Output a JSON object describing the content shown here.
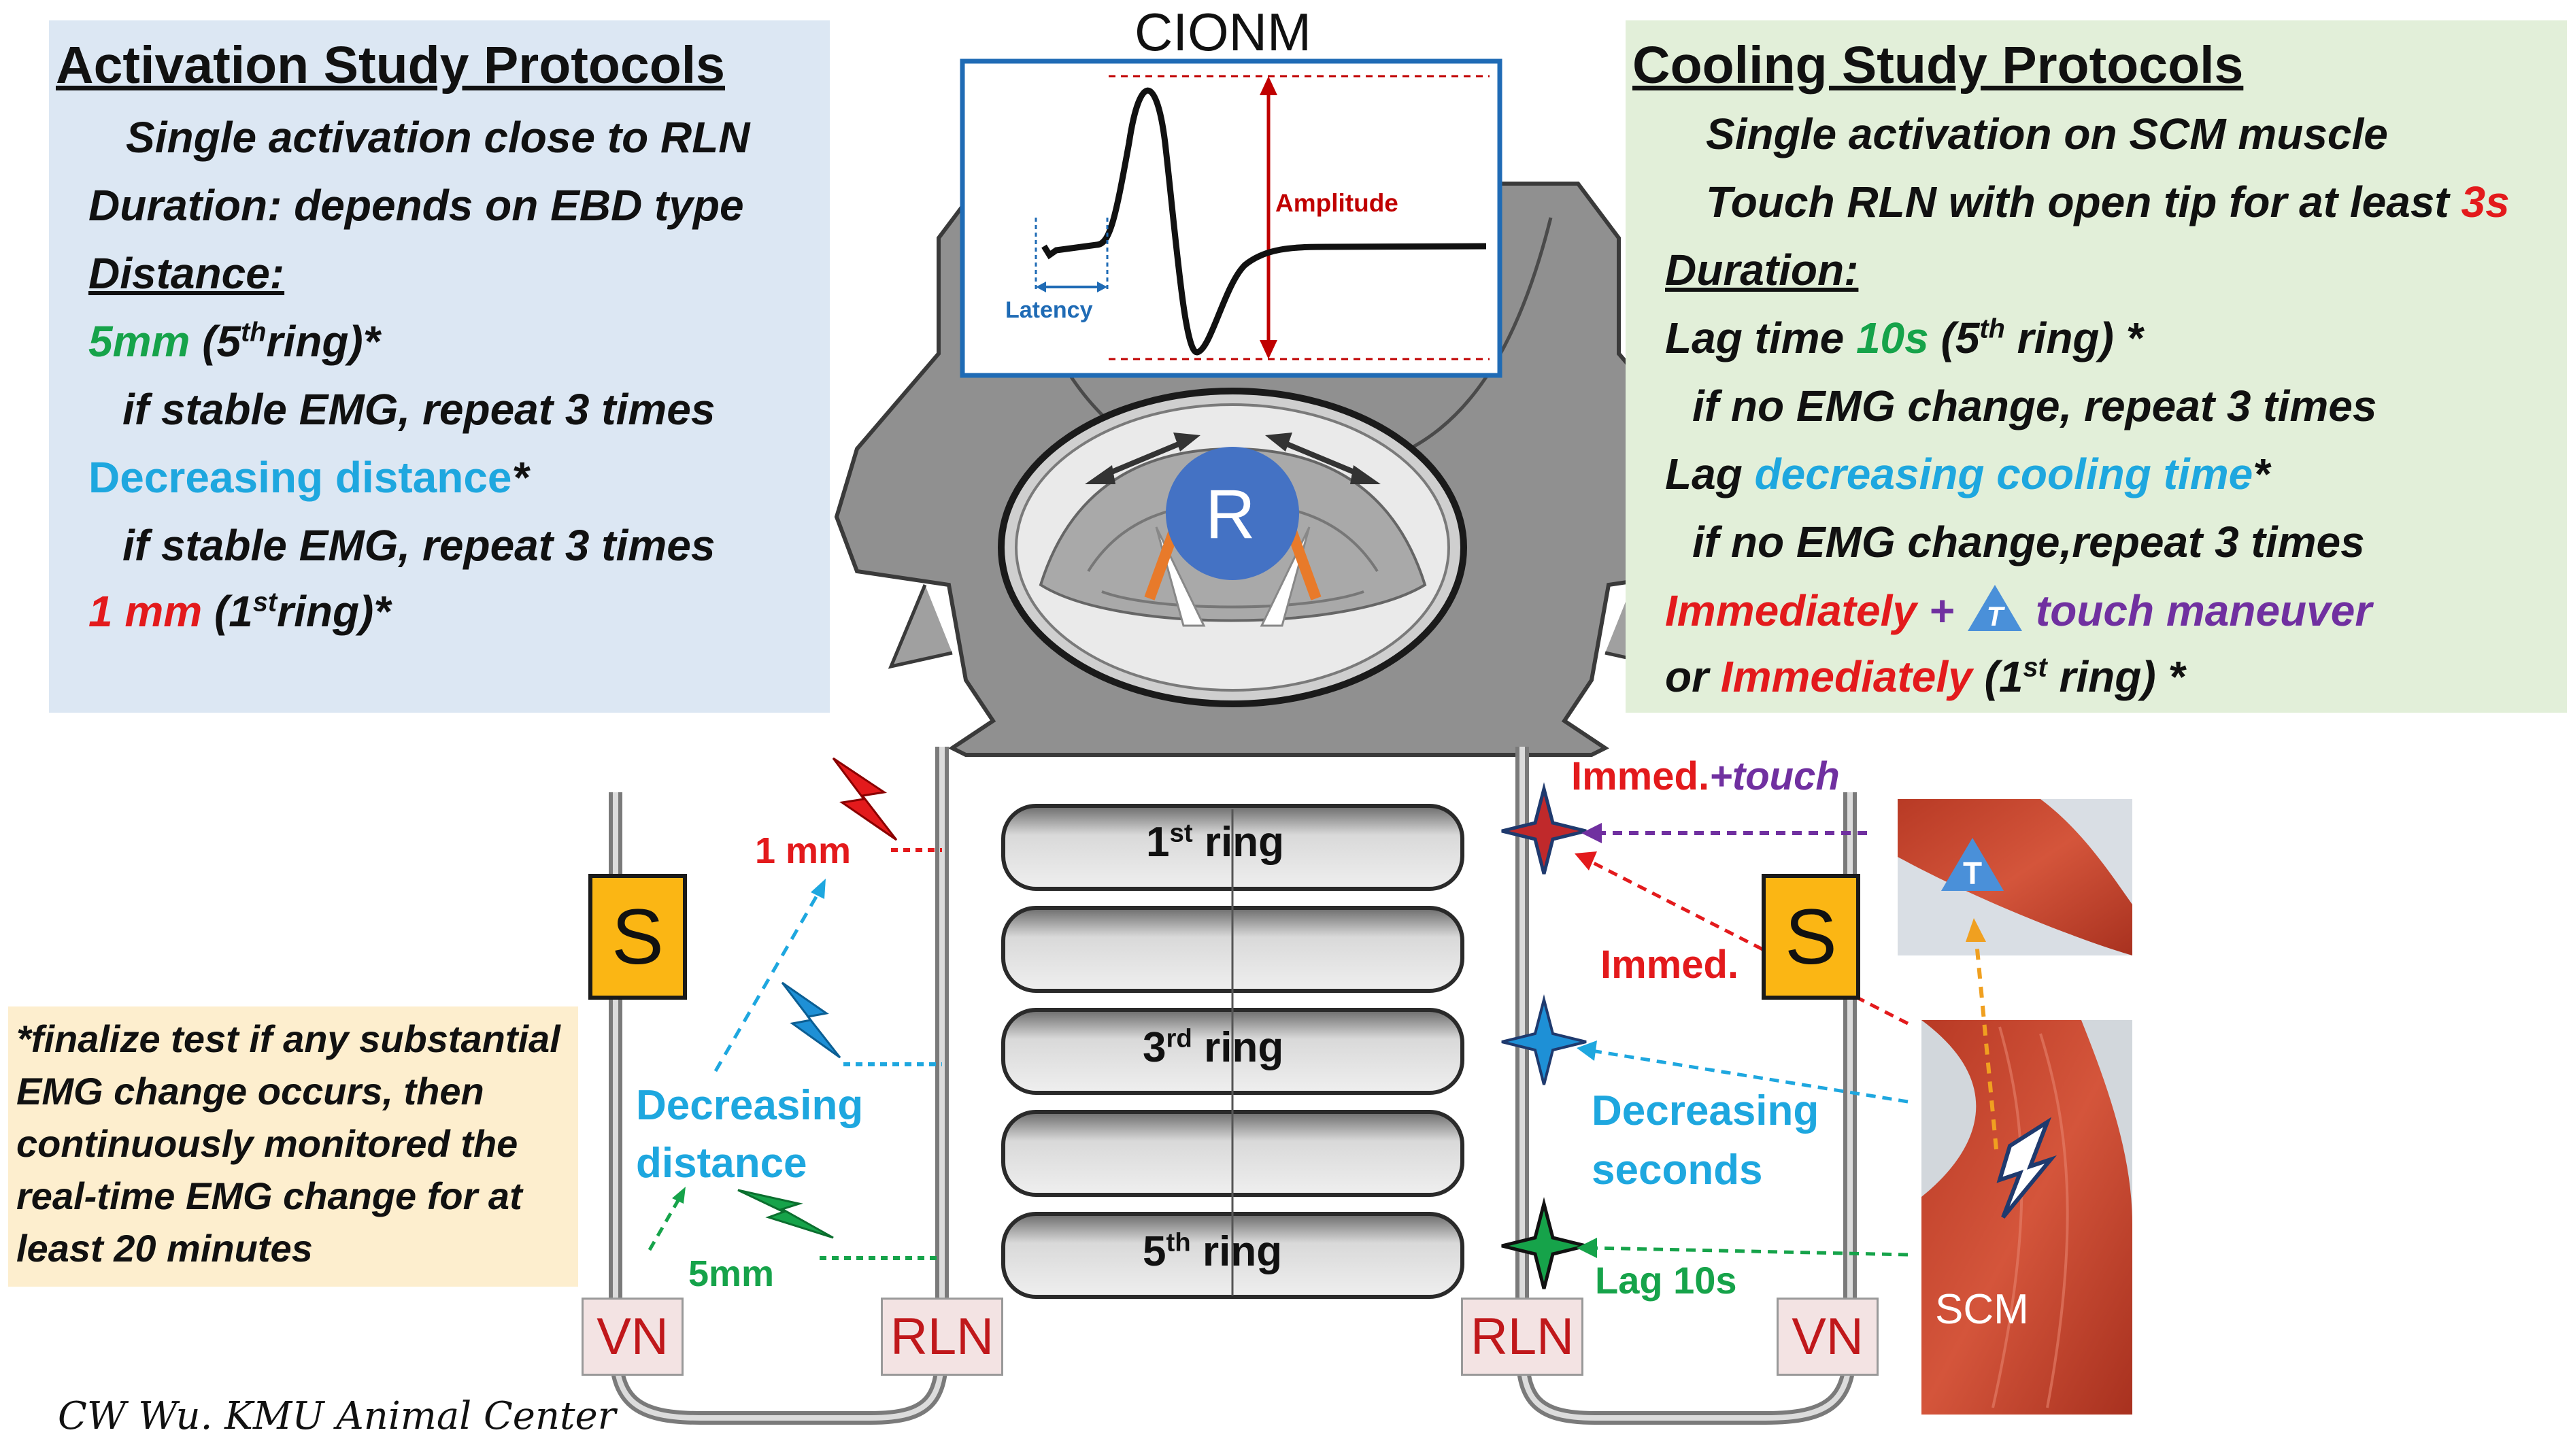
{
  "cionm": {
    "title": "CIONM",
    "amplitude_label": "Amplitude",
    "latency_label": "Latency"
  },
  "activation": {
    "title": "Activation Study Protocols",
    "line1": "Single activation close to RLN",
    "line2": "Duration: depends on EBD type",
    "distance_heading": "Distance:",
    "l4a": "5mm",
    "l4b": " (5",
    "l4c": "th",
    "l4d": "ring)*",
    "l5": "if stable EMG, repeat 3 times",
    "l6a": "Decreasing distance",
    "l6b": "*",
    "l7": "if stable EMG, repeat 3 times",
    "l8a": "1 mm",
    "l8b": " (1",
    "l8c": "st",
    "l8d": "ring)*"
  },
  "cooling": {
    "title": "Cooling Study Protocols",
    "line1": "Single activation on SCM muscle",
    "line2a": "Touch RLN with open tip for at least ",
    "line2b": "3s",
    "duration_heading": "Duration:",
    "l4a": "Lag time ",
    "l4b": "10s",
    "l4c": " (5",
    "l4d": "th",
    "l4e": " ring) *",
    "l5": "if no EMG change, repeat 3 times",
    "l6a": "Lag ",
    "l6b": "decreasing cooling time",
    "l6c": "*",
    "l7": "if no EMG change,repeat 3 times",
    "l8a": "Immediately",
    "l8b": " + ",
    "l8c": "touch maneuver",
    "l9a": "or  ",
    "l9b": "Immediately",
    "l9c": " (1",
    "l9d": "st",
    "l9e": " ring) *"
  },
  "footnote": {
    "l1": "*finalize test if any substantial",
    "l2": "EMG change occurs, then",
    "l3": "continuously monitored the",
    "l4": "real-time EMG change for at",
    "l5": "least 20 minutes"
  },
  "diagram": {
    "r_label": "R",
    "s_label": "S",
    "t_label": "T",
    "rings": [
      {
        "num": "1",
        "sup": "st",
        "word": " ring"
      },
      {
        "num": "3",
        "sup": "rd",
        "word": " ring"
      },
      {
        "num": "5",
        "sup": "th",
        "word": " ring"
      }
    ],
    "vn": "VN",
    "rln": "RLN",
    "scm": "SCM",
    "left_1mm": "1 mm",
    "left_decreasing_1": "Decreasing",
    "left_decreasing_2": "distance",
    "left_5mm": "5mm",
    "right_immed_touch_a": "Immed.",
    "right_immed_touch_b": "+touch",
    "right_immed": "Immed.",
    "right_decreasing_1": "Decreasing",
    "right_decreasing_2": "seconds",
    "right_lag": "Lag 10s",
    "credit": "CW Wu. KMU Animal Center"
  },
  "colors": {
    "activation_bg": "#dce7f3",
    "cooling_bg": "#e2efd9",
    "footnote_bg": "#fdeece",
    "red": "#e31a1c",
    "green": "#16a34a",
    "cyan": "#1ea7df",
    "purple": "#7030a0",
    "cionm_frame": "#1f6bb5",
    "s_box": "#fbb614",
    "r_circle": "#4472c4",
    "muscle": "#c8412b"
  }
}
